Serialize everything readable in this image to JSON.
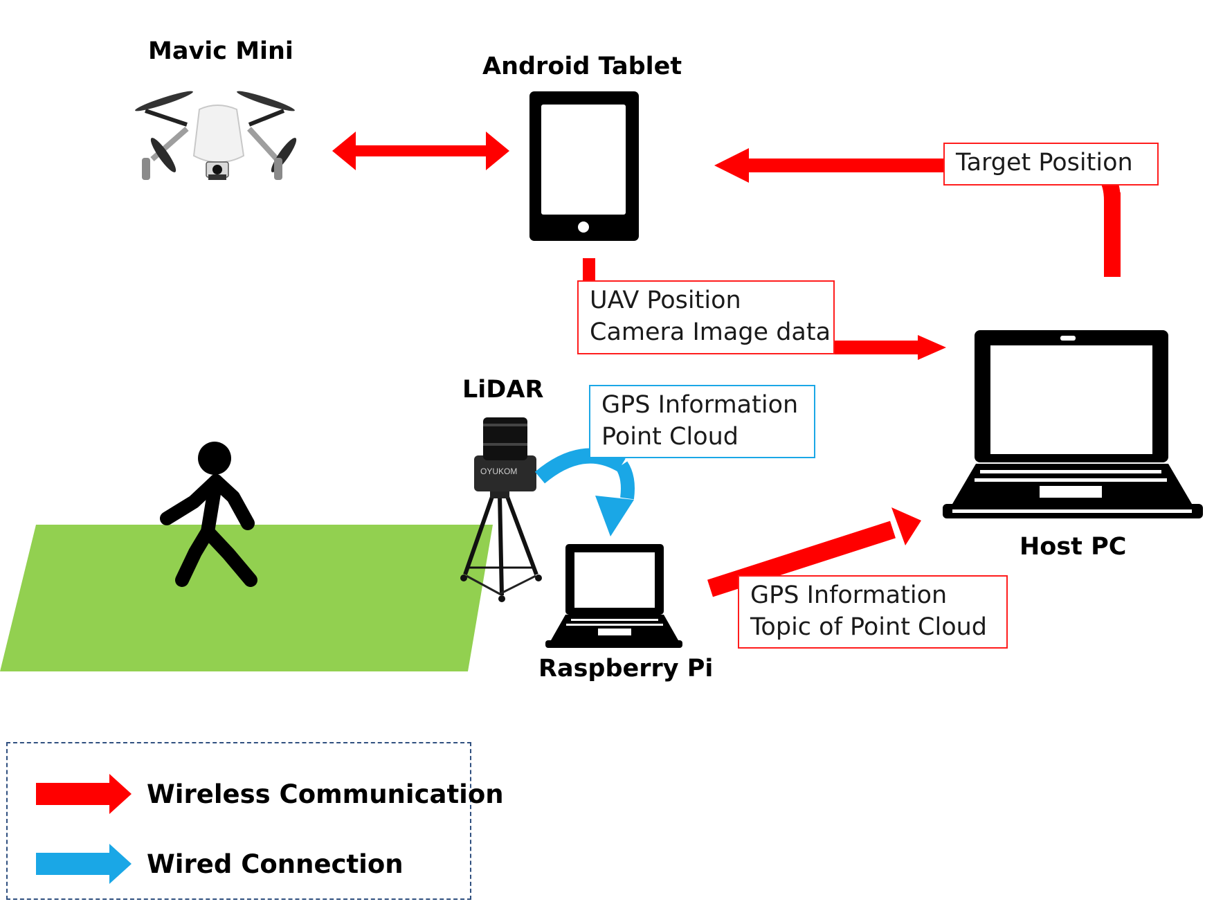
{
  "nodes": {
    "drone": {
      "label": "Mavic Mini"
    },
    "tablet": {
      "label": "Android Tablet"
    },
    "lidar": {
      "label": "LiDAR"
    },
    "raspberry": {
      "label": "Raspberry Pi"
    },
    "host": {
      "label": "Host PC"
    },
    "lidar_device_text": "OYUKOM"
  },
  "messages": {
    "target": [
      "Target Position"
    ],
    "uav": [
      "UAV Position",
      "Camera Image data"
    ],
    "gps_wired": [
      "GPS Information",
      "Point Cloud"
    ],
    "gps_wireless": [
      "GPS Information",
      "Topic of Point Cloud"
    ]
  },
  "legend": {
    "wireless": "Wireless Communication",
    "wired": "Wired Connection"
  },
  "colors": {
    "wireless": "#ff0000",
    "wired": "#19a9e8",
    "ground": "#92d050",
    "device": "#000000"
  }
}
